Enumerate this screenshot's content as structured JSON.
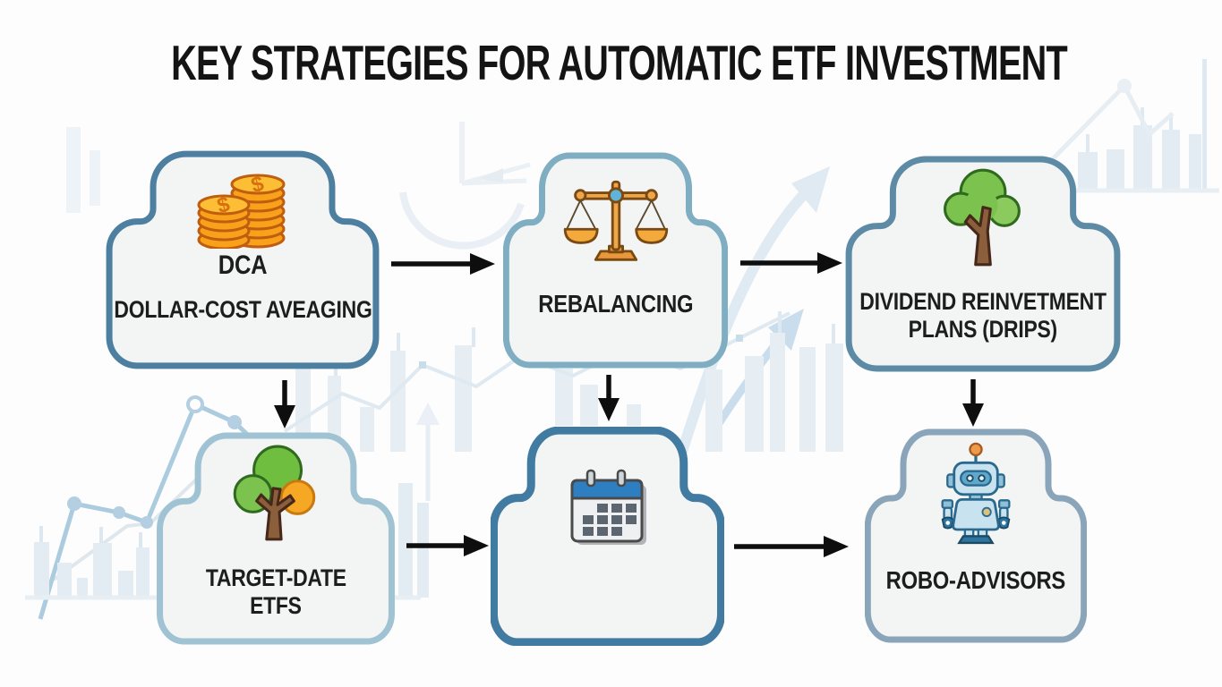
{
  "title": "KEY STRATEGIES FOR AUTOMATIC ETF INVESTMENT",
  "colors": {
    "background": "#fdfdfd",
    "node_fill": "#f3f4f4",
    "arrow": "#0e0e0e",
    "label_text": "#1d1d1d",
    "decor_blue_light": "#e3ecf3",
    "decor_blue_mid": "#b3cfe1"
  },
  "nodes": [
    {
      "id": "dca",
      "icon": "coins-icon",
      "line1": "DCA",
      "line2": "DOLLAR-COST AVEAGING",
      "border_color": "#4d80a0"
    },
    {
      "id": "rebalancing",
      "icon": "balance-scale-icon",
      "line1": "REBALANCING",
      "line2": "",
      "border_color": "#7fadc2"
    },
    {
      "id": "drips",
      "icon": "tree-icon",
      "line1": "DIVIDEND REINVETMENT",
      "line2": "PLANS (DRIPS)",
      "border_color": "#5d8ba6"
    },
    {
      "id": "target-date-etfs",
      "icon": "tree-coin-icon",
      "line1": "TARGET-DATE",
      "line2": "ETFS",
      "border_color": "#9fc3d3"
    },
    {
      "id": "investment-schedule",
      "icon": "calendar-icon",
      "line1": "",
      "line2": "",
      "border_color": "#417ba1"
    },
    {
      "id": "robo-advisors",
      "icon": "robot-icon",
      "line1": "ROBO-ADVISORS",
      "line2": "",
      "border_color": "#8aa5ba"
    }
  ],
  "connections": [
    {
      "from": "dca",
      "to": "rebalancing",
      "direction": "right"
    },
    {
      "from": "rebalancing",
      "to": "drips",
      "direction": "right"
    },
    {
      "from": "dca",
      "to": "target-date-etfs",
      "direction": "down"
    },
    {
      "from": "rebalancing",
      "to": "investment-schedule",
      "direction": "down"
    },
    {
      "from": "drips",
      "to": "robo-advisors",
      "direction": "down"
    },
    {
      "from": "target-date-etfs",
      "to": "investment-schedule",
      "direction": "right"
    },
    {
      "from": "investment-schedule",
      "to": "robo-advisors",
      "direction": "right"
    }
  ]
}
